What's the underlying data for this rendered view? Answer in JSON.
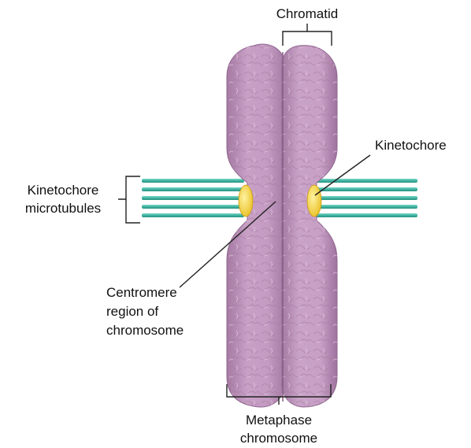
{
  "labels": {
    "chromatid": "Chromatid",
    "kinetochore": "Kinetochore",
    "kinetochore_microtubules_line1": "Kinetochore",
    "kinetochore_microtubules_line2": "microtubules",
    "centromere_line1": "Centromere",
    "centromere_line2": "region of",
    "centromere_line3": "chromosome",
    "metaphase_line1": "Metaphase",
    "metaphase_line2": "chromosome"
  },
  "colors": {
    "chromosome_fill": "#c49bc2",
    "chromosome_shadow": "#9b6f9a",
    "chromosome_highlight": "#e3c8df",
    "chromosome_texture": "#a8799f",
    "microtubule": "#3fb5a2",
    "kinetochore": "#f3d23e",
    "line": "#222222"
  }
}
